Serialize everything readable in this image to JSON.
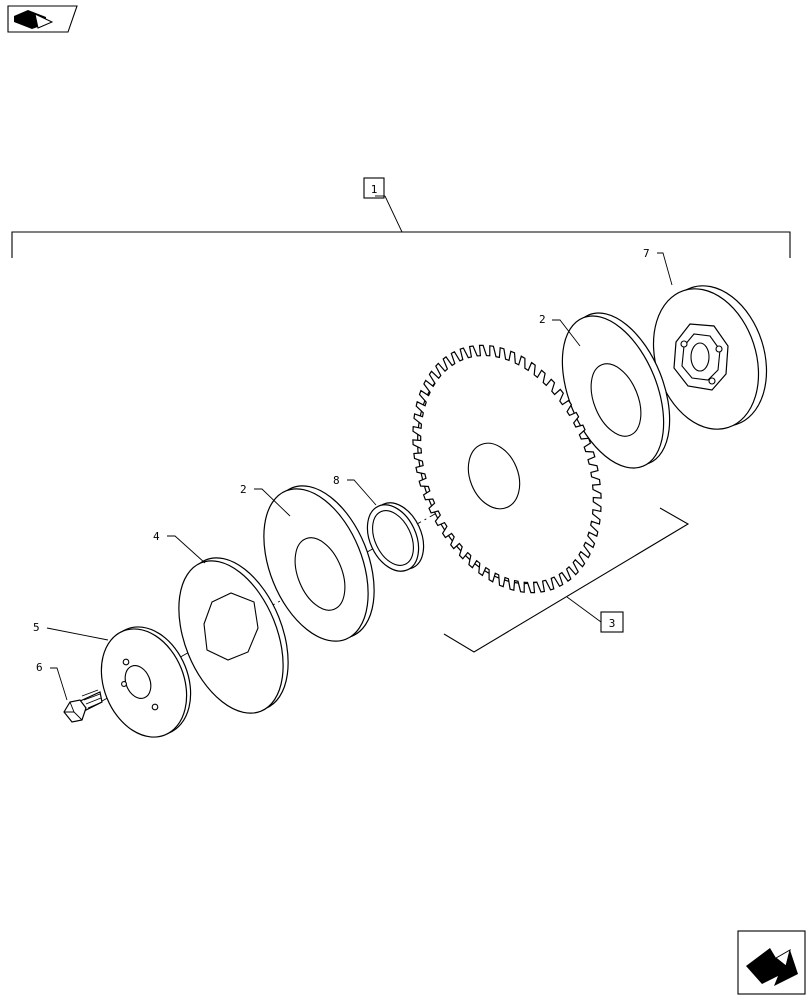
{
  "diagram": {
    "assembly_ref": "1",
    "subassembly_ref": "3",
    "callouts": {
      "thrust_plate_right": "7",
      "washer_right": "2",
      "ring": "8",
      "washer_left": "2",
      "hub_plate": "4",
      "retainer_plate": "5",
      "bolt": "6"
    },
    "gear_teeth": 56,
    "corner_icons": {
      "top_left": "book-icon",
      "bottom_right": "next-arrow-icon"
    }
  }
}
